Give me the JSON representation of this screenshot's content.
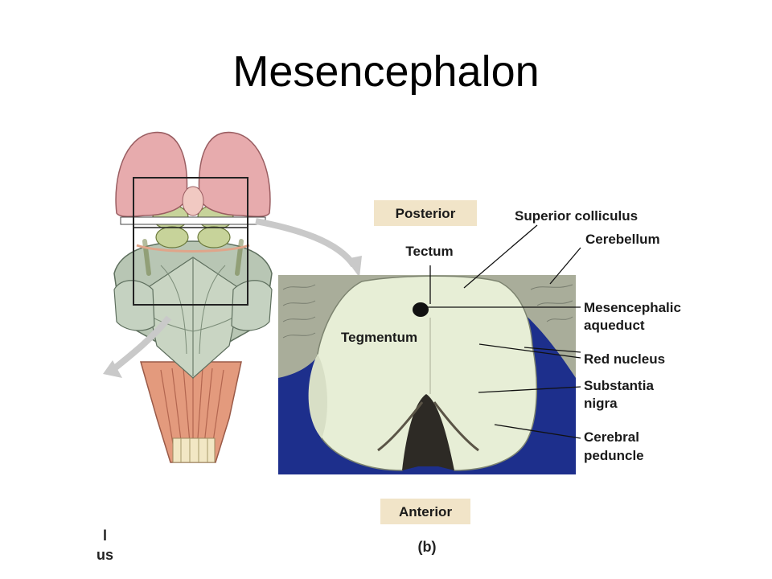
{
  "slide": {
    "title": "Mesencephalon"
  },
  "diagram": {
    "orientation": {
      "top": "Posterior",
      "bottom": "Anterior"
    },
    "panel_label": "(b)",
    "edge_fragments": [
      "l",
      "us"
    ],
    "labels": {
      "superior_colliculus": "Superior colliculus",
      "cerebellum": "Cerebellum",
      "tectum": "Tectum",
      "tegmentum": "Tegmentum",
      "mesencephalic_aqueduct": [
        "Mesencephalic",
        "aqueduct"
      ],
      "red_nucleus": "Red nucleus",
      "substantia_nigra": [
        "Substantia",
        "nigra"
      ],
      "cerebral_peduncle": [
        "Cerebral",
        "peduncle"
      ]
    }
  },
  "colors": {
    "orientation_box": "#f1e4c8",
    "specimen_background": "#1d2f8c",
    "tissue": "#eaf0da",
    "thalamus_pink": "#e7a8ab",
    "brainstem_green": "#b9c7b3",
    "pons_orange": "#e08d71"
  }
}
